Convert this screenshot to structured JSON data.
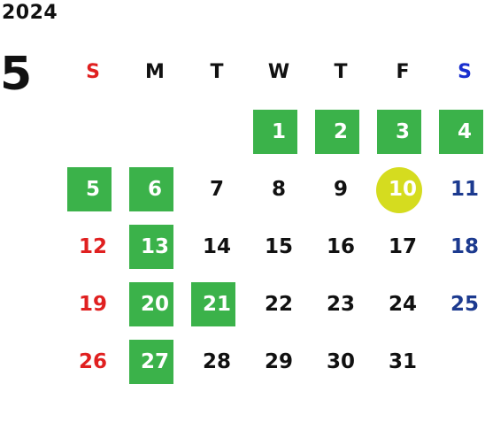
{
  "year": "2024",
  "month": "5",
  "weekdays": [
    "S",
    "M",
    "T",
    "W",
    "T",
    "F",
    "S"
  ],
  "weeks": [
    [
      {
        "d": "",
        "t": "empty"
      },
      {
        "d": "",
        "t": "empty"
      },
      {
        "d": "",
        "t": "empty"
      },
      {
        "d": "1",
        "t": "green"
      },
      {
        "d": "2",
        "t": "green"
      },
      {
        "d": "3",
        "t": "green"
      },
      {
        "d": "4",
        "t": "green"
      }
    ],
    [
      {
        "d": "5",
        "t": "green"
      },
      {
        "d": "6",
        "t": "green"
      },
      {
        "d": "7",
        "t": "normal"
      },
      {
        "d": "8",
        "t": "normal"
      },
      {
        "d": "9",
        "t": "normal"
      },
      {
        "d": "10",
        "t": "today"
      },
      {
        "d": "11",
        "t": "sat"
      }
    ],
    [
      {
        "d": "12",
        "t": "sun"
      },
      {
        "d": "13",
        "t": "green"
      },
      {
        "d": "14",
        "t": "normal"
      },
      {
        "d": "15",
        "t": "normal"
      },
      {
        "d": "16",
        "t": "normal"
      },
      {
        "d": "17",
        "t": "normal"
      },
      {
        "d": "18",
        "t": "sat"
      }
    ],
    [
      {
        "d": "19",
        "t": "sun"
      },
      {
        "d": "20",
        "t": "green"
      },
      {
        "d": "21",
        "t": "green"
      },
      {
        "d": "22",
        "t": "normal"
      },
      {
        "d": "23",
        "t": "normal"
      },
      {
        "d": "24",
        "t": "normal"
      },
      {
        "d": "25",
        "t": "sat"
      }
    ],
    [
      {
        "d": "26",
        "t": "sun"
      },
      {
        "d": "27",
        "t": "green"
      },
      {
        "d": "28",
        "t": "normal"
      },
      {
        "d": "29",
        "t": "normal"
      },
      {
        "d": "30",
        "t": "normal"
      },
      {
        "d": "31",
        "t": "normal"
      },
      {
        "d": "",
        "t": "empty"
      }
    ]
  ],
  "colors": {
    "holiday_green": "#3bb24a",
    "today_yellow": "#d5dc1f",
    "sunday_red": "#e02020",
    "saturday_blue": "#1c3a8f"
  }
}
